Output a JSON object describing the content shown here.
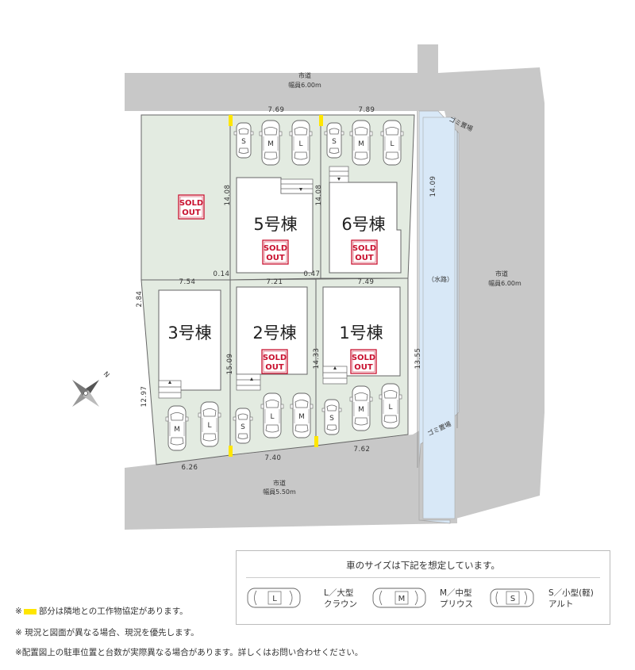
{
  "roads": {
    "north": {
      "name": "市道",
      "width": "幅員6.00m"
    },
    "east": {
      "name": "市道",
      "width": "幅員6.00m"
    },
    "south": {
      "name": "市道",
      "width": "幅員5.50m"
    },
    "waterway": "（水路）",
    "garbage_top": "ゴミ置場",
    "garbage_bottom": "ゴミ置場"
  },
  "buildings": [
    {
      "id": "b5",
      "label": "5号棟",
      "sold": "SOLD OUT"
    },
    {
      "id": "b6",
      "label": "6号棟",
      "sold": "SOLD OUT"
    },
    {
      "id": "b3",
      "label": "3号棟",
      "sold": ""
    },
    {
      "id": "b2",
      "label": "2号棟",
      "sold": "SOLD OUT"
    },
    {
      "id": "b1",
      "label": "1号棟",
      "sold": "SOLD OUT"
    }
  ],
  "vacant_lot_sold": "SOLD OUT",
  "dimensions": {
    "top_lot5": "7.69",
    "top_lot6": "7.89",
    "east_lot6": "14.09",
    "lot5_depth": "14.08",
    "lot6_depth": "14.08",
    "mid_lot3": "7.54",
    "mid_lot2": "7.21",
    "mid_lot1": "7.49",
    "mid_gap_left": "0.14",
    "mid_gap_right": "0.47",
    "west_upper": "2.84",
    "west_lower": "12.97",
    "lot2_depth": "15.09",
    "lot1_depth": "14.33",
    "east_lot1": "13.55",
    "bottom_lot3": "6.26",
    "bottom_lot2": "7.40",
    "bottom_lot1": "7.62"
  },
  "car_sizes": {
    "L": "L",
    "M": "M",
    "S": "S"
  },
  "compass_label": "N",
  "notes": {
    "note1_prefix": "※",
    "note1_text": "部分は隣地との工作物協定があります。",
    "note2": "※ 現況と図面が異なる場合、現況を優先します。",
    "note3": "※配置図上の駐車位置と台数が実際異なる場合があります。詳しくはお問い合わせください。"
  },
  "legend": {
    "title": "車のサイズは下記を想定しています。",
    "large": {
      "code": "L",
      "line1": "L／大型",
      "line2": "クラウン"
    },
    "medium": {
      "code": "M",
      "line1": "M／中型",
      "line2": "プリウス"
    },
    "small": {
      "code": "S",
      "line1": "S／小型(軽)",
      "line2": "アルト"
    }
  },
  "colors": {
    "road": "#c8c8c8",
    "lot": "#e3ebe1",
    "water": "#d8e8f7",
    "agreement": "#ffe600",
    "sold": "#c8102e"
  }
}
